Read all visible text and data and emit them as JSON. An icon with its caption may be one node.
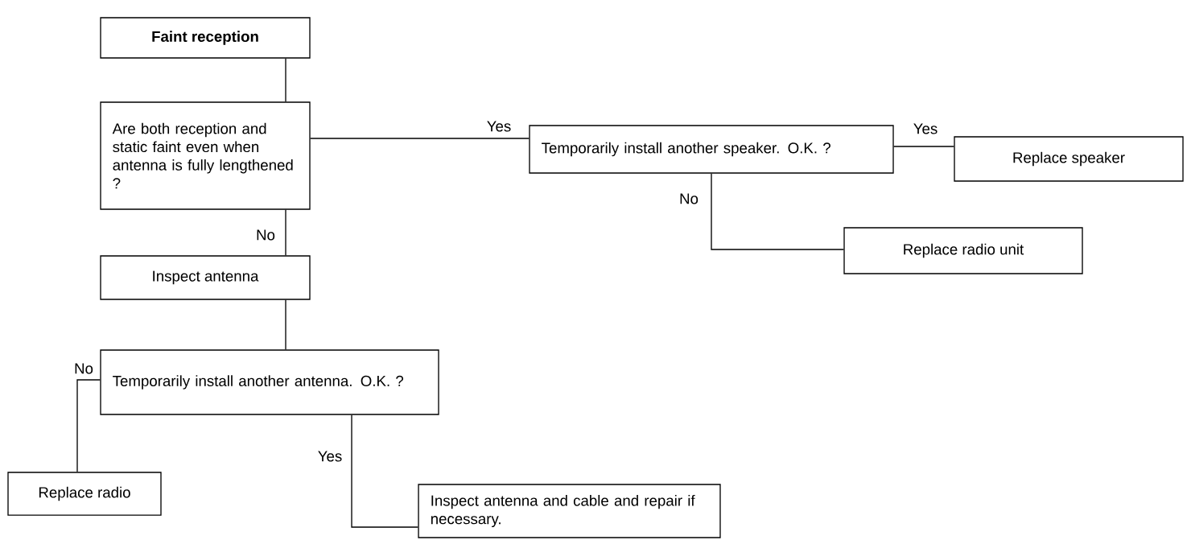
{
  "diagram": {
    "nodes": [
      {
        "text": [
          "**Faint reception**"
        ]
      },
      {
        "text": [
          "Are both reception and static faint even when antenna is fully lengthened ?"
        ]
      },
      {
        "text": [
          "Temporarily install another speaker. O.K. ?"
        ]
      },
      {
        "text": [
          "Replace speaker"
        ]
      },
      {
        "text": [
          "Replace radio unit"
        ]
      },
      {
        "text": [
          "Inspect antenna"
        ]
      },
      {
        "text": [
          "Temporarily install another antenna. O.K. ?"
        ]
      },
      {
        "text": [
          "Replace radio"
        ]
      },
      {
        "text": [
          "Inspect antenna and cable and repair if necessary."
        ]
      }
    ],
    "edges": [
      {
        "from": 0,
        "to": 1,
        "arrow": "none"
      },
      {
        "from": 1,
        "to": 2,
        "arrow": "none",
        "label": "Yes"
      },
      {
        "from": 2,
        "to": 3,
        "arrow": "none",
        "label": "Yes"
      },
      {
        "from": 2,
        "to": 4,
        "arrow": "none",
        "label": "No"
      },
      {
        "from": 1,
        "to": 5,
        "arrow": "none",
        "label": "No"
      },
      {
        "from": 5,
        "to": 6,
        "arrow": "none"
      },
      {
        "from": 6,
        "to": 7,
        "arrow": "none",
        "label": "No"
      },
      {
        "from": 6,
        "to": 8,
        "arrow": "none",
        "label": "Yes"
      }
    ]
  }
}
